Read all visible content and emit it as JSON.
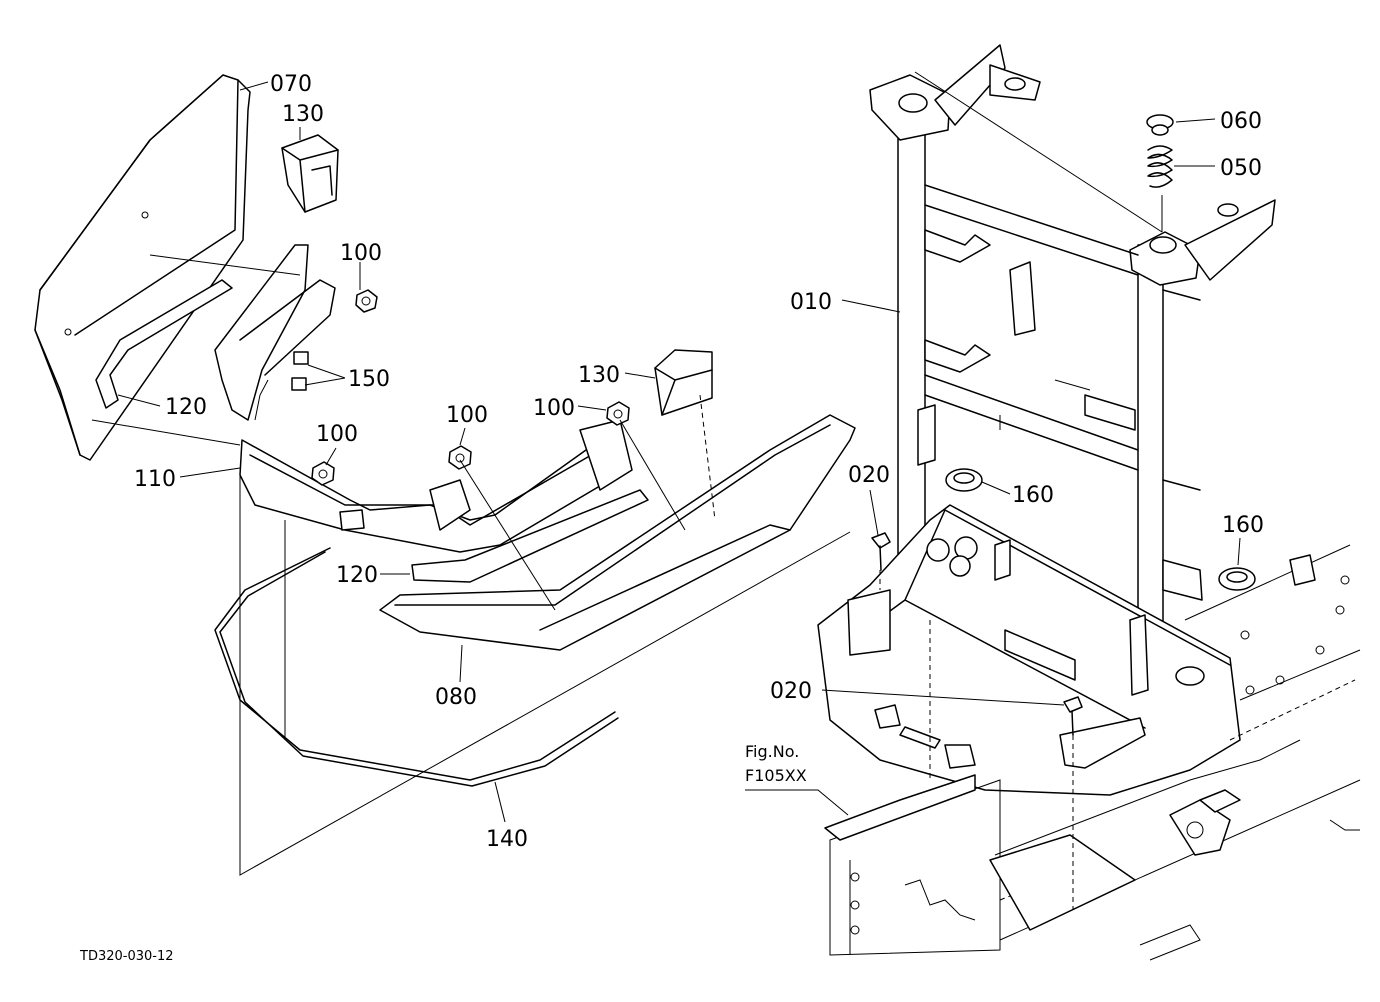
{
  "drawing_code": "TD320-030-12",
  "fig_ref": {
    "line1": "Fig.No.",
    "line2": "F105XX"
  },
  "callouts": {
    "p070": "070",
    "p130a": "130",
    "p100a": "100",
    "p150": "150",
    "p120a": "120",
    "p100b": "100",
    "p110": "110",
    "p100c": "100",
    "p100d": "100",
    "p130b": "130",
    "p120b": "120",
    "p080": "080",
    "p140": "140",
    "p010": "010",
    "p060": "060",
    "p050": "050",
    "p020a": "020",
    "p160a": "160",
    "p160b": "160",
    "p020b": "020"
  }
}
